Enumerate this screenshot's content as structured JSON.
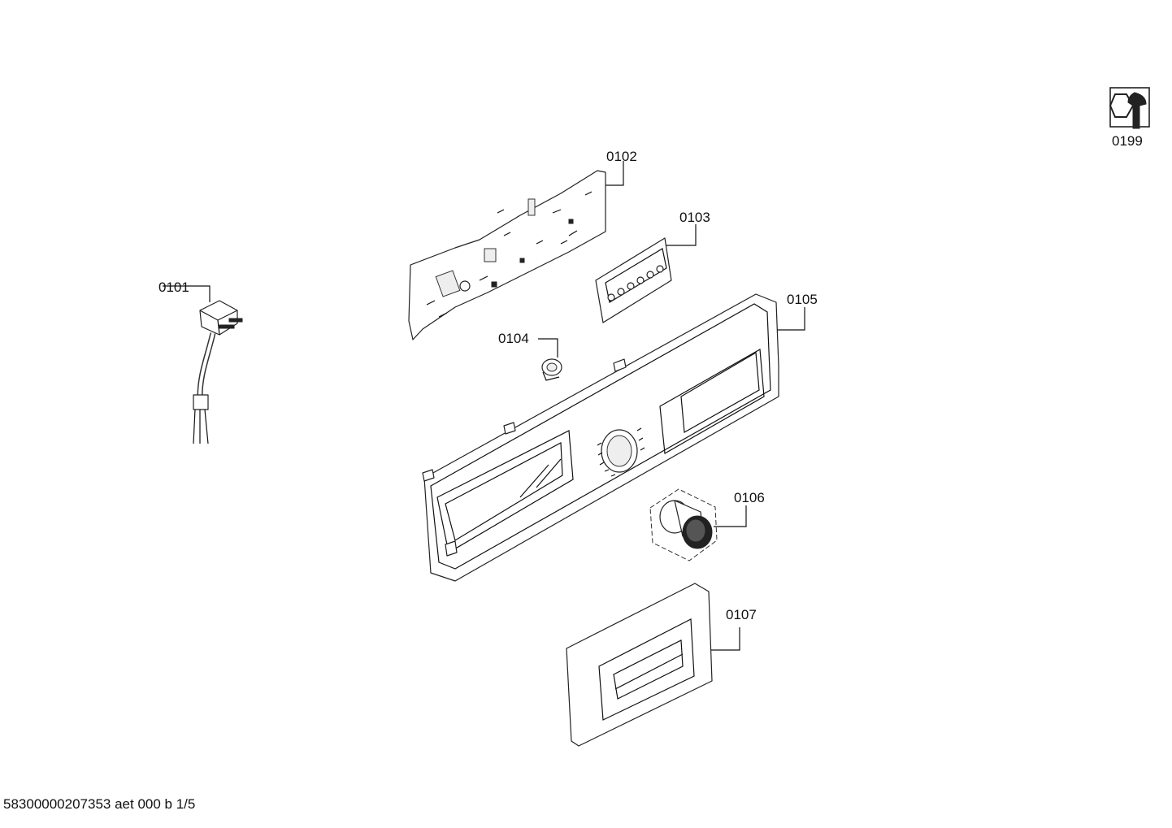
{
  "parts": [
    {
      "id": "0101",
      "name": "mains-cable-with-plug"
    },
    {
      "id": "0102",
      "name": "control-module-board"
    },
    {
      "id": "0103",
      "name": "button-membrane-panel"
    },
    {
      "id": "0104",
      "name": "knob-bearing"
    },
    {
      "id": "0105",
      "name": "control-panel-fascia"
    },
    {
      "id": "0106",
      "name": "program-selector-knob"
    },
    {
      "id": "0107",
      "name": "detergent-drawer-handle"
    },
    {
      "id": "0199",
      "name": "service-tool-symbol"
    }
  ],
  "labels": {
    "p0101": "0101",
    "p0102": "0102",
    "p0103": "0103",
    "p0104": "0104",
    "p0105": "0105",
    "p0106": "0106",
    "p0107": "0107",
    "p0199": "0199"
  },
  "footer": "58300000207353 aet 000 b 1/5"
}
